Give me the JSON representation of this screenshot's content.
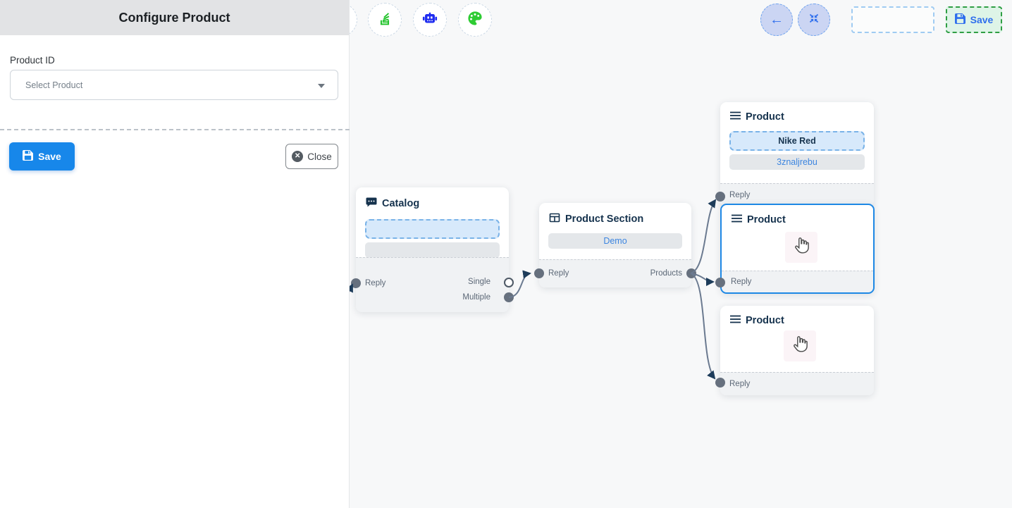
{
  "panel": {
    "title": "Configure Product",
    "product_id_label": "Product ID",
    "select_placeholder": "Select Product",
    "save_label": "Save",
    "close_label": "Close"
  },
  "toolbar": {
    "icons": [
      "stack-icon",
      "robot-icon",
      "palette-icon"
    ]
  },
  "topbar": {
    "save_label": "Save"
  },
  "nodes": {
    "catalog": {
      "title": "Catalog",
      "reply": "Reply",
      "single": "Single",
      "multiple": "Multiple"
    },
    "section": {
      "title": "Product Section",
      "body_label": "Demo",
      "reply": "Reply",
      "products": "Products"
    },
    "product1": {
      "title": "Product",
      "option1": "Nike Red",
      "option2": "3znaljrebu",
      "reply": "Reply"
    },
    "product2": {
      "title": "Product",
      "reply": "Reply"
    },
    "product3": {
      "title": "Product",
      "reply": "Reply"
    }
  },
  "colors": {
    "accent_blue": "#1787ea",
    "selected_node_border": "#1e88e5",
    "save_green_bg": "#def4e7",
    "save_green_border": "#2f9e44",
    "edge": "#6b7a90",
    "arrowhead": "#1d3c5a",
    "node_title": "#15324d",
    "chip_blue_bg": "#d7e9fb",
    "panel_header_bg": "#e2e3e5"
  }
}
